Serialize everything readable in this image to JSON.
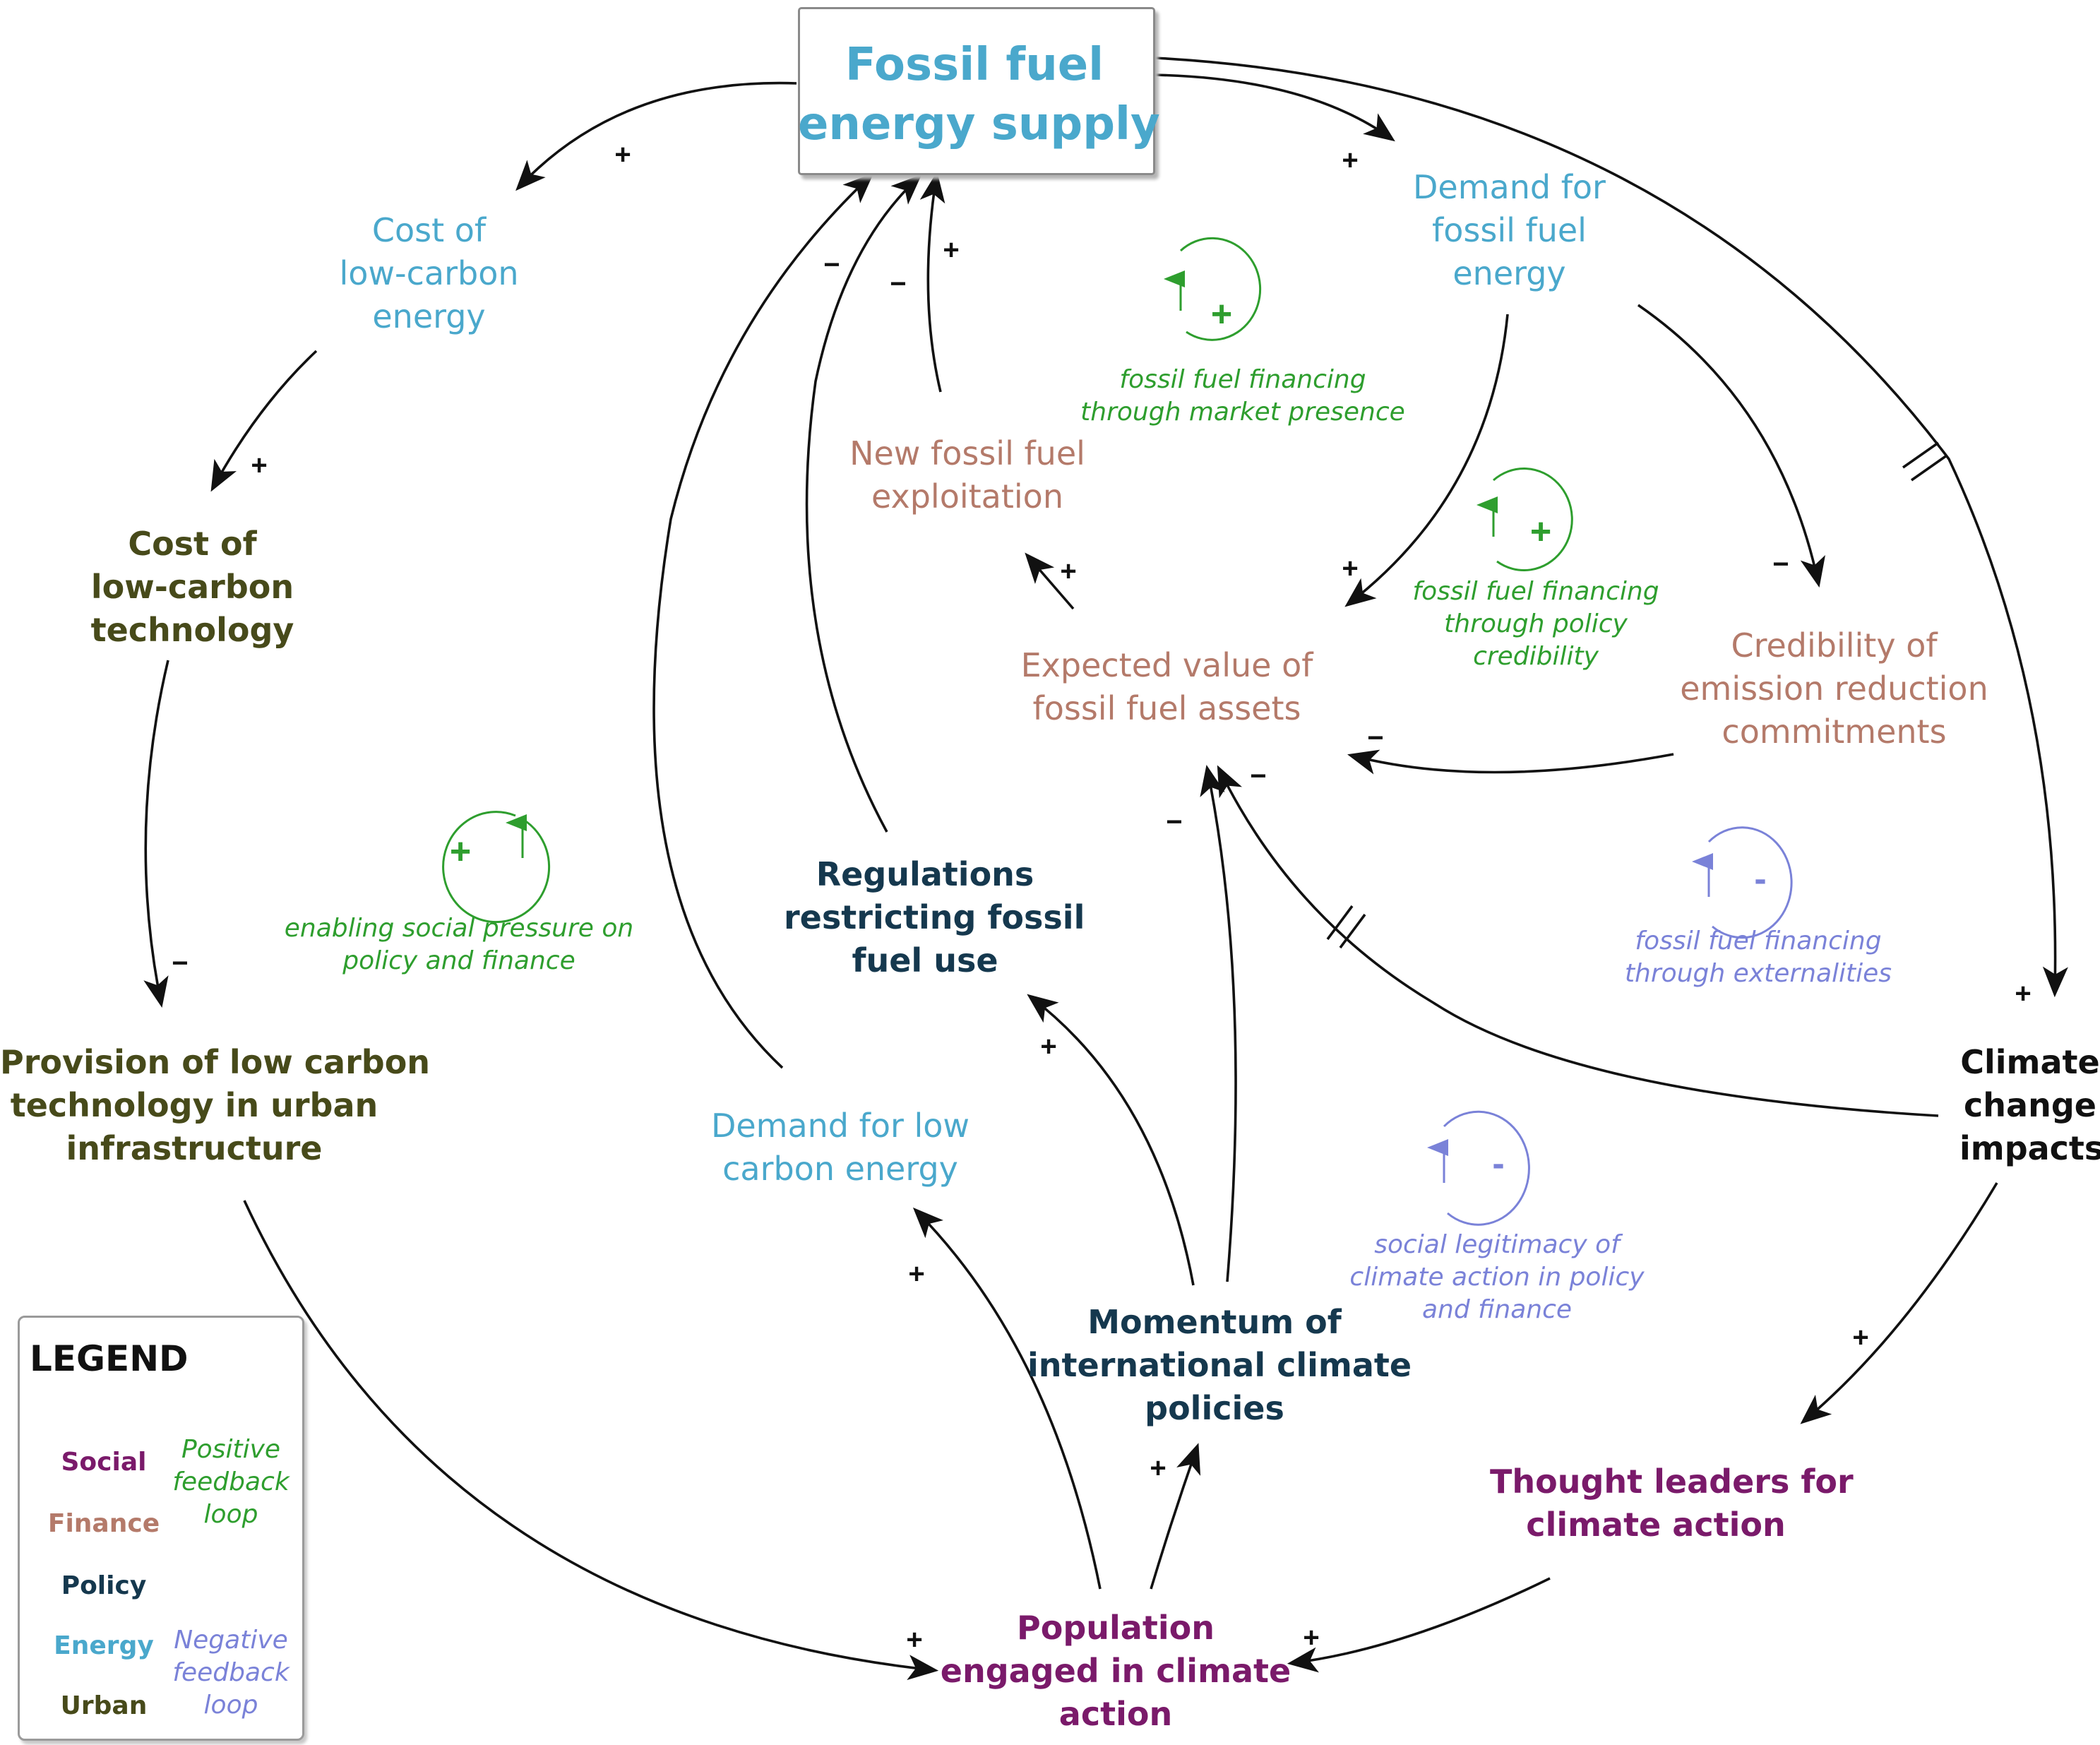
{
  "title": {
    "lines": [
      "Fossil fuel",
      "energy supply"
    ]
  },
  "nodes": {
    "cost_low_carbon_energy": {
      "lines": [
        "Cost of",
        "low-carbon",
        "energy"
      ]
    },
    "cost_low_carbon_technology": {
      "lines": [
        "Cost of",
        "low-carbon",
        "technology"
      ]
    },
    "provision_low_carbon_tech": {
      "lines": [
        "Provision of low carbon",
        "technology in urban",
        "infrastructure"
      ]
    },
    "demand_fossil_fuel_energy": {
      "lines": [
        "Demand for",
        "fossil fuel",
        "energy"
      ]
    },
    "new_fossil_fuel_exploitation": {
      "lines": [
        "New fossil fuel",
        "exploitation"
      ]
    },
    "expected_value_fossil_assets": {
      "lines": [
        "Expected value of",
        "fossil fuel assets"
      ]
    },
    "credibility_emission_commitments": {
      "lines": [
        "Credibility of",
        "emission reduction",
        "commitments"
      ]
    },
    "regulations_restricting_fossil": {
      "lines": [
        "Regulations",
        "restricting fossil",
        "fuel use"
      ]
    },
    "demand_low_carbon_energy": {
      "lines": [
        "Demand for low",
        "carbon energy"
      ]
    },
    "momentum_international_policies": {
      "lines": [
        "Momentum of",
        "international climate",
        "policies"
      ]
    },
    "climate_change_impacts": {
      "lines": [
        "Climate",
        "change",
        "impacts"
      ]
    },
    "thought_leaders": {
      "lines": [
        "Thought leaders for",
        "climate action"
      ]
    },
    "population_engaged": {
      "lines": [
        "Population",
        "engaged in climate",
        "action"
      ]
    }
  },
  "loops": {
    "market_presence": {
      "sign": "+",
      "lines": [
        "fossil fuel financing",
        "through market presence"
      ]
    },
    "policy_credibility": {
      "sign": "+",
      "lines": [
        "fossil fuel financing",
        "through policy",
        "credibility"
      ]
    },
    "social_pressure": {
      "sign": "+",
      "lines": [
        "enabling social pressure on",
        "policy and finance"
      ]
    },
    "externalities": {
      "sign": "-",
      "lines": [
        "fossil fuel financing",
        "through externalities"
      ]
    },
    "social_legitimacy": {
      "sign": "-",
      "lines": [
        "social legitimacy of",
        "climate action in policy",
        "and finance"
      ]
    }
  },
  "signs": {
    "s1": "+",
    "s2": "+",
    "s3": "−",
    "s4": "−",
    "s5": "+",
    "s6": "+",
    "s7": "+",
    "s8": "+",
    "s9": "+",
    "s10": "−",
    "s11": "−",
    "s12": "−",
    "s13": "−",
    "s14": "+",
    "s15": "+",
    "s16": "+",
    "s17": "+",
    "s18": "+",
    "s19": "+",
    "s20": "−"
  },
  "legend": {
    "title": "LEGEND",
    "categories": [
      "Social",
      "Finance",
      "Policy",
      "Energy",
      "Urban"
    ],
    "positive_sign": "+",
    "positive_lines": [
      "Positive",
      "feedback",
      "loop"
    ],
    "negative_sign": "-",
    "negative_lines": [
      "Negative",
      "feedback",
      "loop"
    ]
  },
  "colors": {
    "energy": "#4aa8cc",
    "finance": "#b47a6a",
    "policy": "#15384e",
    "urban": "#474a1a",
    "social": "#7a1a6a",
    "positive_loop": "#2e9e2e",
    "negative_loop": "#7a82d8"
  }
}
